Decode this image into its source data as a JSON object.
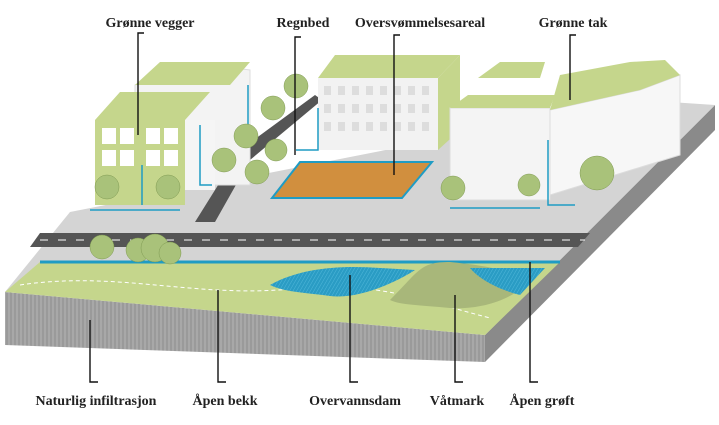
{
  "labels_top": {
    "green_walls": "Grønne vegger",
    "rain_bed": "Regnbed",
    "flood_area": "Oversvømmelsesareal",
    "green_roofs": "Grønne tak"
  },
  "labels_bottom": {
    "natural_infiltration": "Naturlig infiltrasjon",
    "open_stream": "Åpen bekk",
    "stormwater_pond": "Overvannsdam",
    "wetland": "Våtmark",
    "open_ditch": "Åpen grøft"
  },
  "colors": {
    "roof_green": "#c5d68c",
    "water_blue": "#1f9cc4",
    "road": "#555555",
    "court": "#d18f3e",
    "ground": "#c9c9c9",
    "wetland": "#a8b77a"
  }
}
